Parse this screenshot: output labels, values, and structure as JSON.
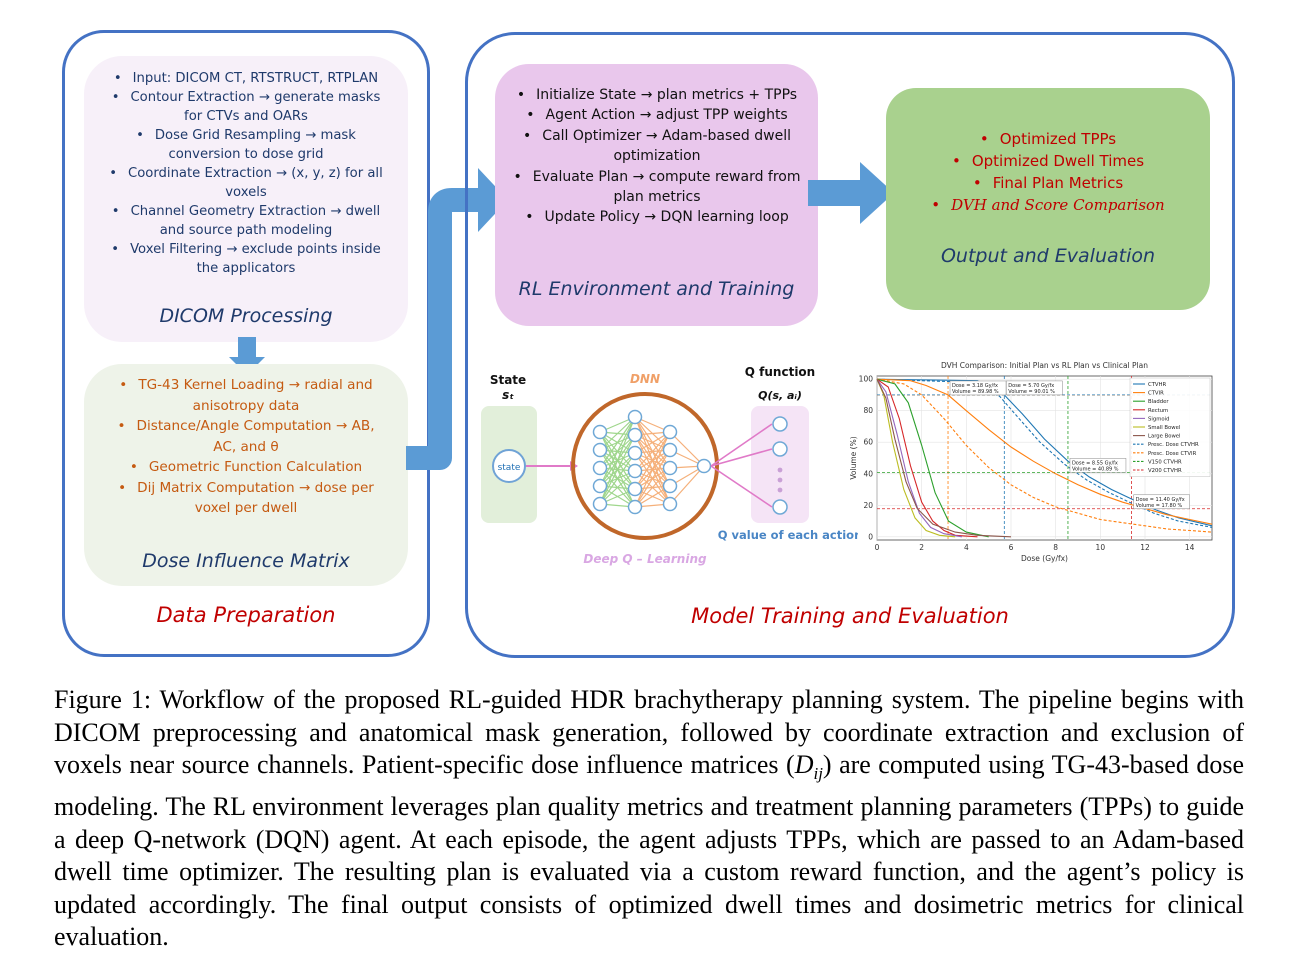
{
  "data_preparation": {
    "label": "Data Preparation",
    "dicom": {
      "title": "DICOM Processing",
      "items": [
        "Input: DICOM CT, RTSTRUCT, RTPLAN",
        "Contour Extraction → generate masks for CTVs and OARs",
        "Dose Grid Resampling → mask conversion to dose grid",
        "Coordinate Extraction → (x, y, z) for all voxels",
        "Channel Geometry Extraction → dwell and source path modeling",
        "Voxel Filtering → exclude points inside the applicators"
      ]
    },
    "dose": {
      "title": "Dose Influence Matrix",
      "items": [
        "TG-43 Kernel Loading → radial and anisotropy data",
        "Distance/Angle Computation → AB, AC, and θ",
        "Geometric Function Calculation",
        "Dij Matrix Computation → dose per voxel per dwell"
      ]
    }
  },
  "model_training": {
    "label": "Model Training and Evaluation",
    "rl": {
      "title": "RL Environment and Training",
      "items": [
        "Initialize State → plan metrics + TPPs",
        "Agent Action → adjust TPP weights",
        "Call Optimizer → Adam-based dwell optimization",
        "Evaluate Plan → compute reward from plan metrics",
        "Update Policy → DQN learning loop"
      ]
    },
    "output": {
      "title": "Output and Evaluation",
      "items": [
        "Optimized TPPs",
        "Optimized Dwell Times",
        "Final Plan Metrics",
        "DVH and Score Comparison"
      ]
    },
    "dqn": {
      "state_label": "State",
      "state_symbol": "sₜ",
      "state_node": "state",
      "dnn_label": "DNN",
      "q_function_label": "Q function",
      "q_symbol": "Q(s, aᵢ)",
      "q_caption": "Q value of each action",
      "deep_q_label": "Deep Q – Learning"
    }
  },
  "chart_data": {
    "type": "line",
    "title": "DVH Comparison: Initial Plan vs RL Plan vs Clinical Plan",
    "xlabel": "Dose (Gy/fx)",
    "ylabel": "Volume (%)",
    "xlim": [
      0,
      15
    ],
    "ylim": [
      -2,
      102
    ],
    "xticks": [
      0,
      2,
      4,
      6,
      8,
      10,
      12,
      14
    ],
    "yticks": [
      0,
      20,
      40,
      60,
      80,
      100
    ],
    "grid": true,
    "legend_position": "top-right",
    "legend": [
      {
        "name": "CTVHR",
        "color": "#1f77b4",
        "style": "solid"
      },
      {
        "name": "CTVIR",
        "color": "#ff7f0e",
        "style": "solid"
      },
      {
        "name": "Bladder",
        "color": "#2ca02c",
        "style": "solid"
      },
      {
        "name": "Rectum",
        "color": "#d62728",
        "style": "solid"
      },
      {
        "name": "Sigmoid",
        "color": "#9467bd",
        "style": "solid"
      },
      {
        "name": "Small Bowel",
        "color": "#bcbd22",
        "style": "solid"
      },
      {
        "name": "Large Bowel",
        "color": "#8c564b",
        "style": "solid"
      },
      {
        "name": "Presc. Dose CTVHR",
        "color": "#1f77b4",
        "style": "dashed"
      },
      {
        "name": "Presc. Dose CTVIR",
        "color": "#ff7f0e",
        "style": "dashed"
      },
      {
        "name": "V150 CTVHR",
        "color": "#2ca02c",
        "style": "dashed"
      },
      {
        "name": "V200 CTVHR",
        "color": "#d62728",
        "style": "dashed"
      }
    ],
    "annotations": [
      {
        "lines": [
          "Dose = 3.18 Gy/fx",
          "Volume = 89.98 %"
        ],
        "x": 3.18,
        "y": 89.98,
        "color": "#ff7f0e"
      },
      {
        "lines": [
          "Dose = 5.70 Gy/fx",
          "Volume = 90.01 %"
        ],
        "x": 5.7,
        "y": 90.01,
        "color": "#1f77b4"
      },
      {
        "lines": [
          "Dose = 8.55 Gy/fx",
          "Volume = 40.89 %"
        ],
        "x": 8.55,
        "y": 40.89,
        "color": "#2ca02c"
      },
      {
        "lines": [
          "Dose = 11.40 Gy/fx",
          "Volume = 17.80 %"
        ],
        "x": 11.4,
        "y": 17.8,
        "color": "#d62728"
      }
    ],
    "series": [
      {
        "name": "CTVHR",
        "color": "#1f77b4",
        "x": [
          0,
          4.5,
          5.7,
          6.5,
          7.5,
          8.55,
          9.5,
          10.5,
          11.4,
          12.5,
          13.5,
          15
        ],
        "y": [
          100,
          99,
          90,
          78,
          62,
          48,
          38,
          30,
          24,
          17,
          12,
          7
        ]
      },
      {
        "name": "CTVHR",
        "color": "#1f77b4",
        "dash": true,
        "x": [
          0,
          4.2,
          5.5,
          6.3,
          7.3,
          8.4,
          9.4,
          10.4,
          11.3,
          12.4,
          13.5,
          15
        ],
        "y": [
          100,
          98,
          89,
          76,
          60,
          46,
          36,
          28,
          22,
          15,
          10,
          6
        ]
      },
      {
        "name": "CTVIR",
        "color": "#ff7f0e",
        "x": [
          0,
          1.5,
          2.2,
          3.18,
          4,
          5,
          6,
          7,
          8,
          9,
          10,
          11,
          12,
          13,
          14,
          15
        ],
        "y": [
          100,
          99,
          96,
          90,
          80,
          68,
          57,
          48,
          40,
          33,
          27,
          22,
          18,
          14,
          11,
          8
        ]
      },
      {
        "name": "CTVIR",
        "color": "#ff7f0e",
        "dash": true,
        "x": [
          0,
          1.2,
          2,
          3,
          4,
          5,
          6,
          7,
          8,
          9,
          10,
          11,
          12,
          13,
          14,
          15
        ],
        "y": [
          100,
          97,
          90,
          75,
          58,
          44,
          33,
          25,
          19,
          15,
          11,
          9,
          7,
          5,
          4,
          3
        ]
      },
      {
        "name": "Bladder",
        "color": "#2ca02c",
        "x": [
          0,
          0.8,
          1.4,
          2,
          2.6,
          3.2,
          4,
          5
        ],
        "y": [
          100,
          97,
          85,
          58,
          28,
          10,
          3,
          0
        ]
      },
      {
        "name": "Rectum",
        "color": "#d62728",
        "x": [
          0,
          0.5,
          1,
          1.5,
          2,
          2.5,
          3,
          3.5,
          4.5
        ],
        "y": [
          100,
          95,
          75,
          45,
          22,
          10,
          4,
          1,
          0
        ]
      },
      {
        "name": "Sigmoid",
        "color": "#9467bd",
        "x": [
          0,
          0.4,
          0.9,
          1.4,
          1.9,
          2.4,
          3,
          3.8
        ],
        "y": [
          100,
          92,
          65,
          35,
          15,
          6,
          2,
          0
        ]
      },
      {
        "name": "Small Bowel",
        "color": "#bcbd22",
        "x": [
          0,
          0.3,
          0.7,
          1.2,
          1.7,
          2.2,
          2.8,
          3.5
        ],
        "y": [
          100,
          90,
          60,
          30,
          12,
          4,
          1,
          0
        ]
      },
      {
        "name": "Large Bowel",
        "color": "#8c564b",
        "x": [
          0,
          0.4,
          0.8,
          1.3,
          1.8,
          2.5,
          3.5,
          4.5,
          6
        ],
        "y": [
          100,
          88,
          62,
          35,
          18,
          8,
          3,
          1,
          0
        ]
      }
    ]
  }
}
